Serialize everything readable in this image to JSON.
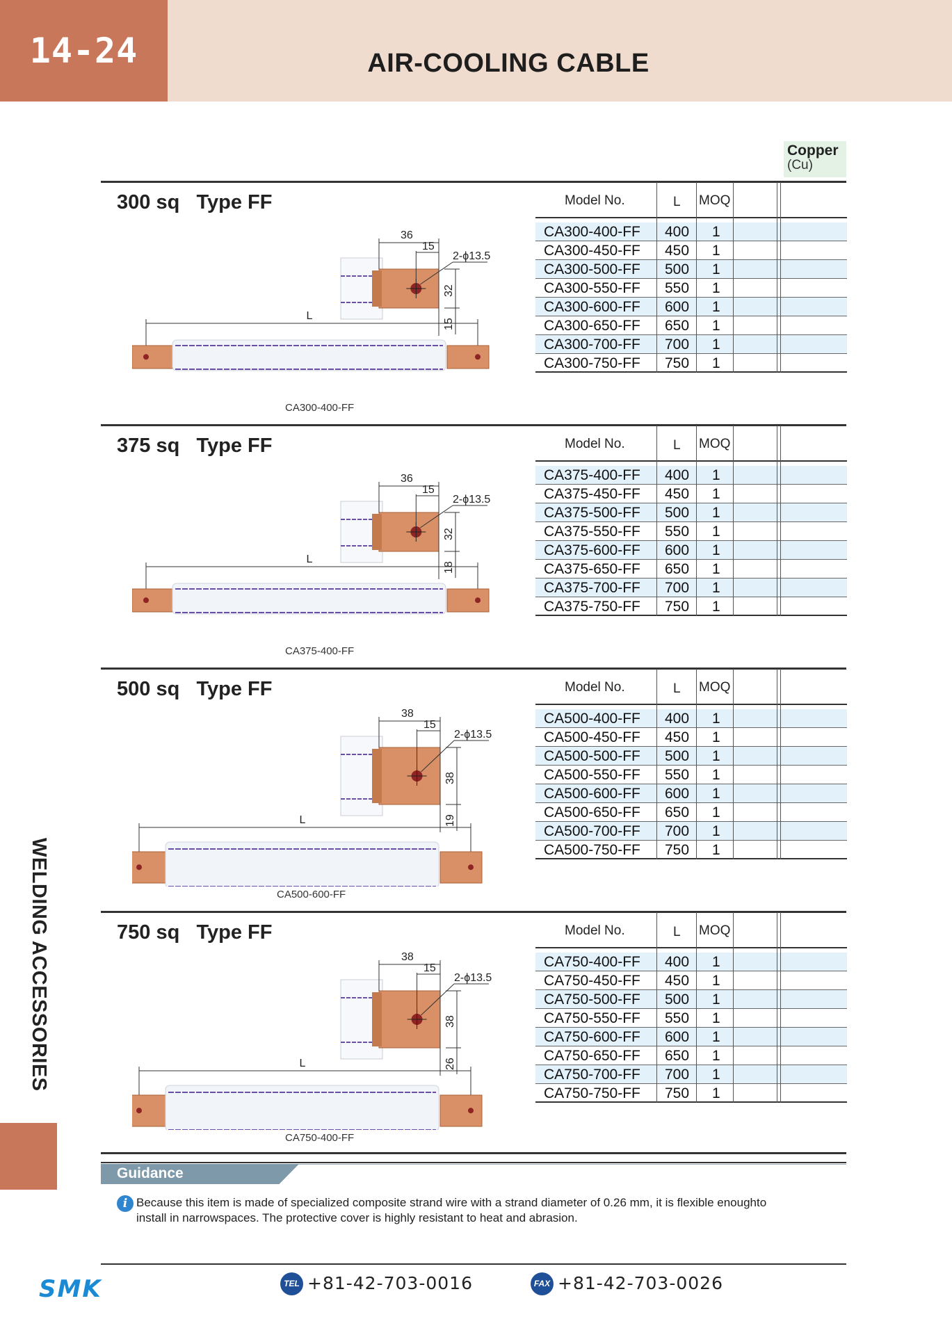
{
  "header": {
    "page_number": "14-24",
    "title": "AIR-COOLING CABLE"
  },
  "material": {
    "name": "Copper",
    "symbol": "(Cu)"
  },
  "table_headers": {
    "model": "Model No.",
    "length": "L",
    "moq": "MOQ"
  },
  "sections": [
    {
      "title": "300 sq   Type FF",
      "caption": "CA300-400-FF",
      "dims": {
        "width": "36",
        "hole_offset": "15",
        "holes": "2-ϕ13.5",
        "height": "32",
        "bottom": "15",
        "length_label": "L"
      },
      "rows": [
        {
          "model": "CA300-400-FF",
          "L": "400",
          "moq": "1"
        },
        {
          "model": "CA300-450-FF",
          "L": "450",
          "moq": "1"
        },
        {
          "model": "CA300-500-FF",
          "L": "500",
          "moq": "1"
        },
        {
          "model": "CA300-550-FF",
          "L": "550",
          "moq": "1"
        },
        {
          "model": "CA300-600-FF",
          "L": "600",
          "moq": "1"
        },
        {
          "model": "CA300-650-FF",
          "L": "650",
          "moq": "1"
        },
        {
          "model": "CA300-700-FF",
          "L": "700",
          "moq": "1"
        },
        {
          "model": "CA300-750-FF",
          "L": "750",
          "moq": "1"
        }
      ]
    },
    {
      "title": "375 sq   Type FF",
      "caption": "CA375-400-FF",
      "dims": {
        "width": "36",
        "hole_offset": "15",
        "holes": "2-ϕ13.5",
        "height": "32",
        "bottom": "18",
        "length_label": "L"
      },
      "rows": [
        {
          "model": "CA375-400-FF",
          "L": "400",
          "moq": "1"
        },
        {
          "model": "CA375-450-FF",
          "L": "450",
          "moq": "1"
        },
        {
          "model": "CA375-500-FF",
          "L": "500",
          "moq": "1"
        },
        {
          "model": "CA375-550-FF",
          "L": "550",
          "moq": "1"
        },
        {
          "model": "CA375-600-FF",
          "L": "600",
          "moq": "1"
        },
        {
          "model": "CA375-650-FF",
          "L": "650",
          "moq": "1"
        },
        {
          "model": "CA375-700-FF",
          "L": "700",
          "moq": "1"
        },
        {
          "model": "CA375-750-FF",
          "L": "750",
          "moq": "1"
        }
      ]
    },
    {
      "title": "500 sq   Type FF",
      "caption": "CA500-600-FF",
      "dims": {
        "width": "38",
        "hole_offset": "15",
        "holes": "2-ϕ13.5",
        "height": "38",
        "bottom": "19",
        "length_label": "L"
      },
      "rows": [
        {
          "model": "CA500-400-FF",
          "L": "400",
          "moq": "1"
        },
        {
          "model": "CA500-450-FF",
          "L": "450",
          "moq": "1"
        },
        {
          "model": "CA500-500-FF",
          "L": "500",
          "moq": "1"
        },
        {
          "model": "CA500-550-FF",
          "L": "550",
          "moq": "1"
        },
        {
          "model": "CA500-600-FF",
          "L": "600",
          "moq": "1"
        },
        {
          "model": "CA500-650-FF",
          "L": "650",
          "moq": "1"
        },
        {
          "model": "CA500-700-FF",
          "L": "700",
          "moq": "1"
        },
        {
          "model": "CA500-750-FF",
          "L": "750",
          "moq": "1"
        }
      ]
    },
    {
      "title": "750 sq   Type FF",
      "caption": "CA750-400-FF",
      "dims": {
        "width": "38",
        "hole_offset": "15",
        "holes": "2-ϕ13.5",
        "height": "38",
        "bottom": "26",
        "length_label": "L"
      },
      "rows": [
        {
          "model": "CA750-400-FF",
          "L": "400",
          "moq": "1"
        },
        {
          "model": "CA750-450-FF",
          "L": "450",
          "moq": "1"
        },
        {
          "model": "CA750-500-FF",
          "L": "500",
          "moq": "1"
        },
        {
          "model": "CA750-550-FF",
          "L": "550",
          "moq": "1"
        },
        {
          "model": "CA750-600-FF",
          "L": "600",
          "moq": "1"
        },
        {
          "model": "CA750-650-FF",
          "L": "650",
          "moq": "1"
        },
        {
          "model": "CA750-700-FF",
          "L": "700",
          "moq": "1"
        },
        {
          "model": "CA750-750-FF",
          "L": "750",
          "moq": "1"
        }
      ]
    }
  ],
  "sidebar": {
    "label": "WELDING ACCESSORIES"
  },
  "guidance": {
    "title": "Guidance",
    "text": "Because this item is made of specialized composite strand wire with a strand diameter of 0.26 mm, it is flexible enoughto install in narrowspaces. The protective cover is highly resistant to heat and abrasion."
  },
  "footer": {
    "logo": "SMK",
    "tel_icon": "TEL",
    "tel": "+81-42-703-0016",
    "fax_icon": "FAX",
    "fax": "+81-42-703-0026"
  },
  "colors": {
    "accent": "#c8775a",
    "header_band": "#f0dccf",
    "row_highlight": "#e3f1fb",
    "copper": "#d6905f",
    "tel_icon": "#1f4f97",
    "logo": "#1a8ad4"
  }
}
